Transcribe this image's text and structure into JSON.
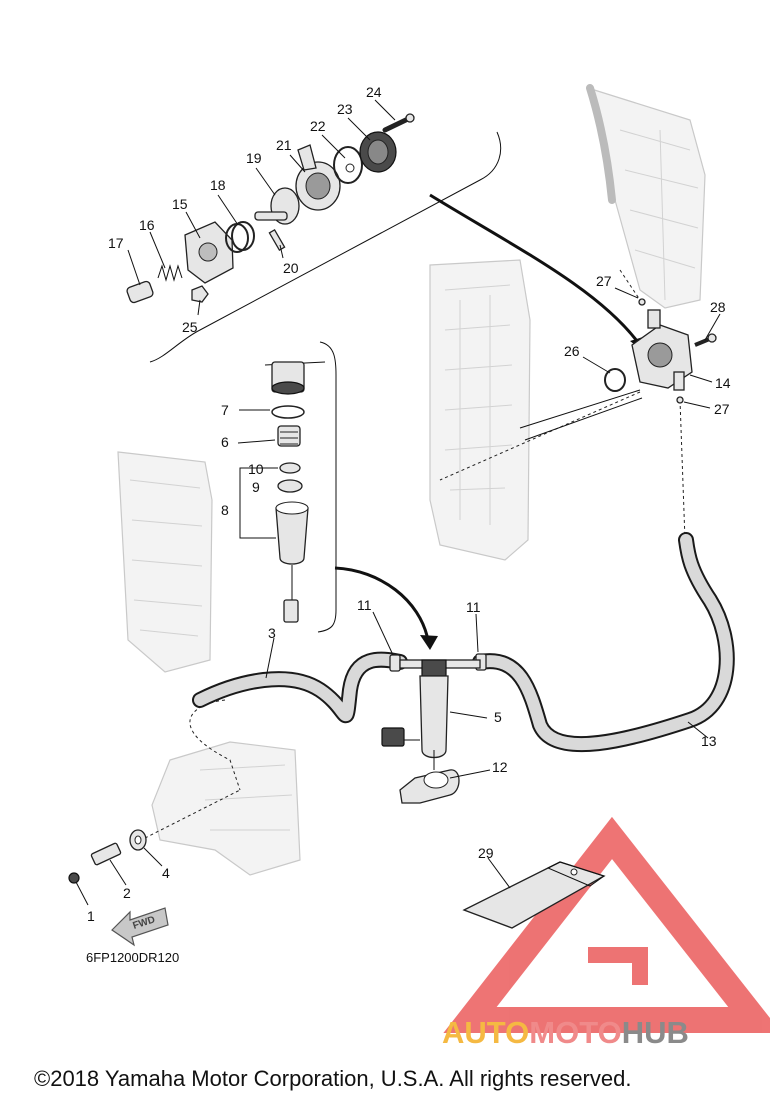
{
  "callouts": [
    {
      "id": "1",
      "text": "1"
    },
    {
      "id": "2",
      "text": "2"
    },
    {
      "id": "3",
      "text": "3"
    },
    {
      "id": "4",
      "text": "4"
    },
    {
      "id": "5",
      "text": "5"
    },
    {
      "id": "6",
      "text": "6"
    },
    {
      "id": "7",
      "text": "7"
    },
    {
      "id": "8",
      "text": "8"
    },
    {
      "id": "9",
      "text": "9"
    },
    {
      "id": "10",
      "text": "10"
    },
    {
      "id": "11a",
      "text": "11"
    },
    {
      "id": "11b",
      "text": "11"
    },
    {
      "id": "12",
      "text": "12"
    },
    {
      "id": "13",
      "text": "13"
    },
    {
      "id": "14",
      "text": "14"
    },
    {
      "id": "15",
      "text": "15"
    },
    {
      "id": "16",
      "text": "16"
    },
    {
      "id": "17",
      "text": "17"
    },
    {
      "id": "18",
      "text": "18"
    },
    {
      "id": "19",
      "text": "19"
    },
    {
      "id": "20",
      "text": "20"
    },
    {
      "id": "21",
      "text": "21"
    },
    {
      "id": "22",
      "text": "22"
    },
    {
      "id": "23",
      "text": "23"
    },
    {
      "id": "24",
      "text": "24"
    },
    {
      "id": "25",
      "text": "25"
    },
    {
      "id": "26",
      "text": "26"
    },
    {
      "id": "27a",
      "text": "27"
    },
    {
      "id": "27b",
      "text": "27"
    },
    {
      "id": "28",
      "text": "28"
    },
    {
      "id": "29",
      "text": "29"
    }
  ],
  "diagram_code": "6FP1200DR120",
  "fwd_label": "FWD",
  "watermark": {
    "part1": "AUTO",
    "part2": "MOTO",
    "part3": "HUB",
    "color1": "#f5b942",
    "color2": "#f08a8a",
    "color3": "#8a8a8a",
    "triangle_color": "#e84545"
  },
  "copyright": "©2018 Yamaha Motor Corporation, U.S.A. All rights reserved."
}
